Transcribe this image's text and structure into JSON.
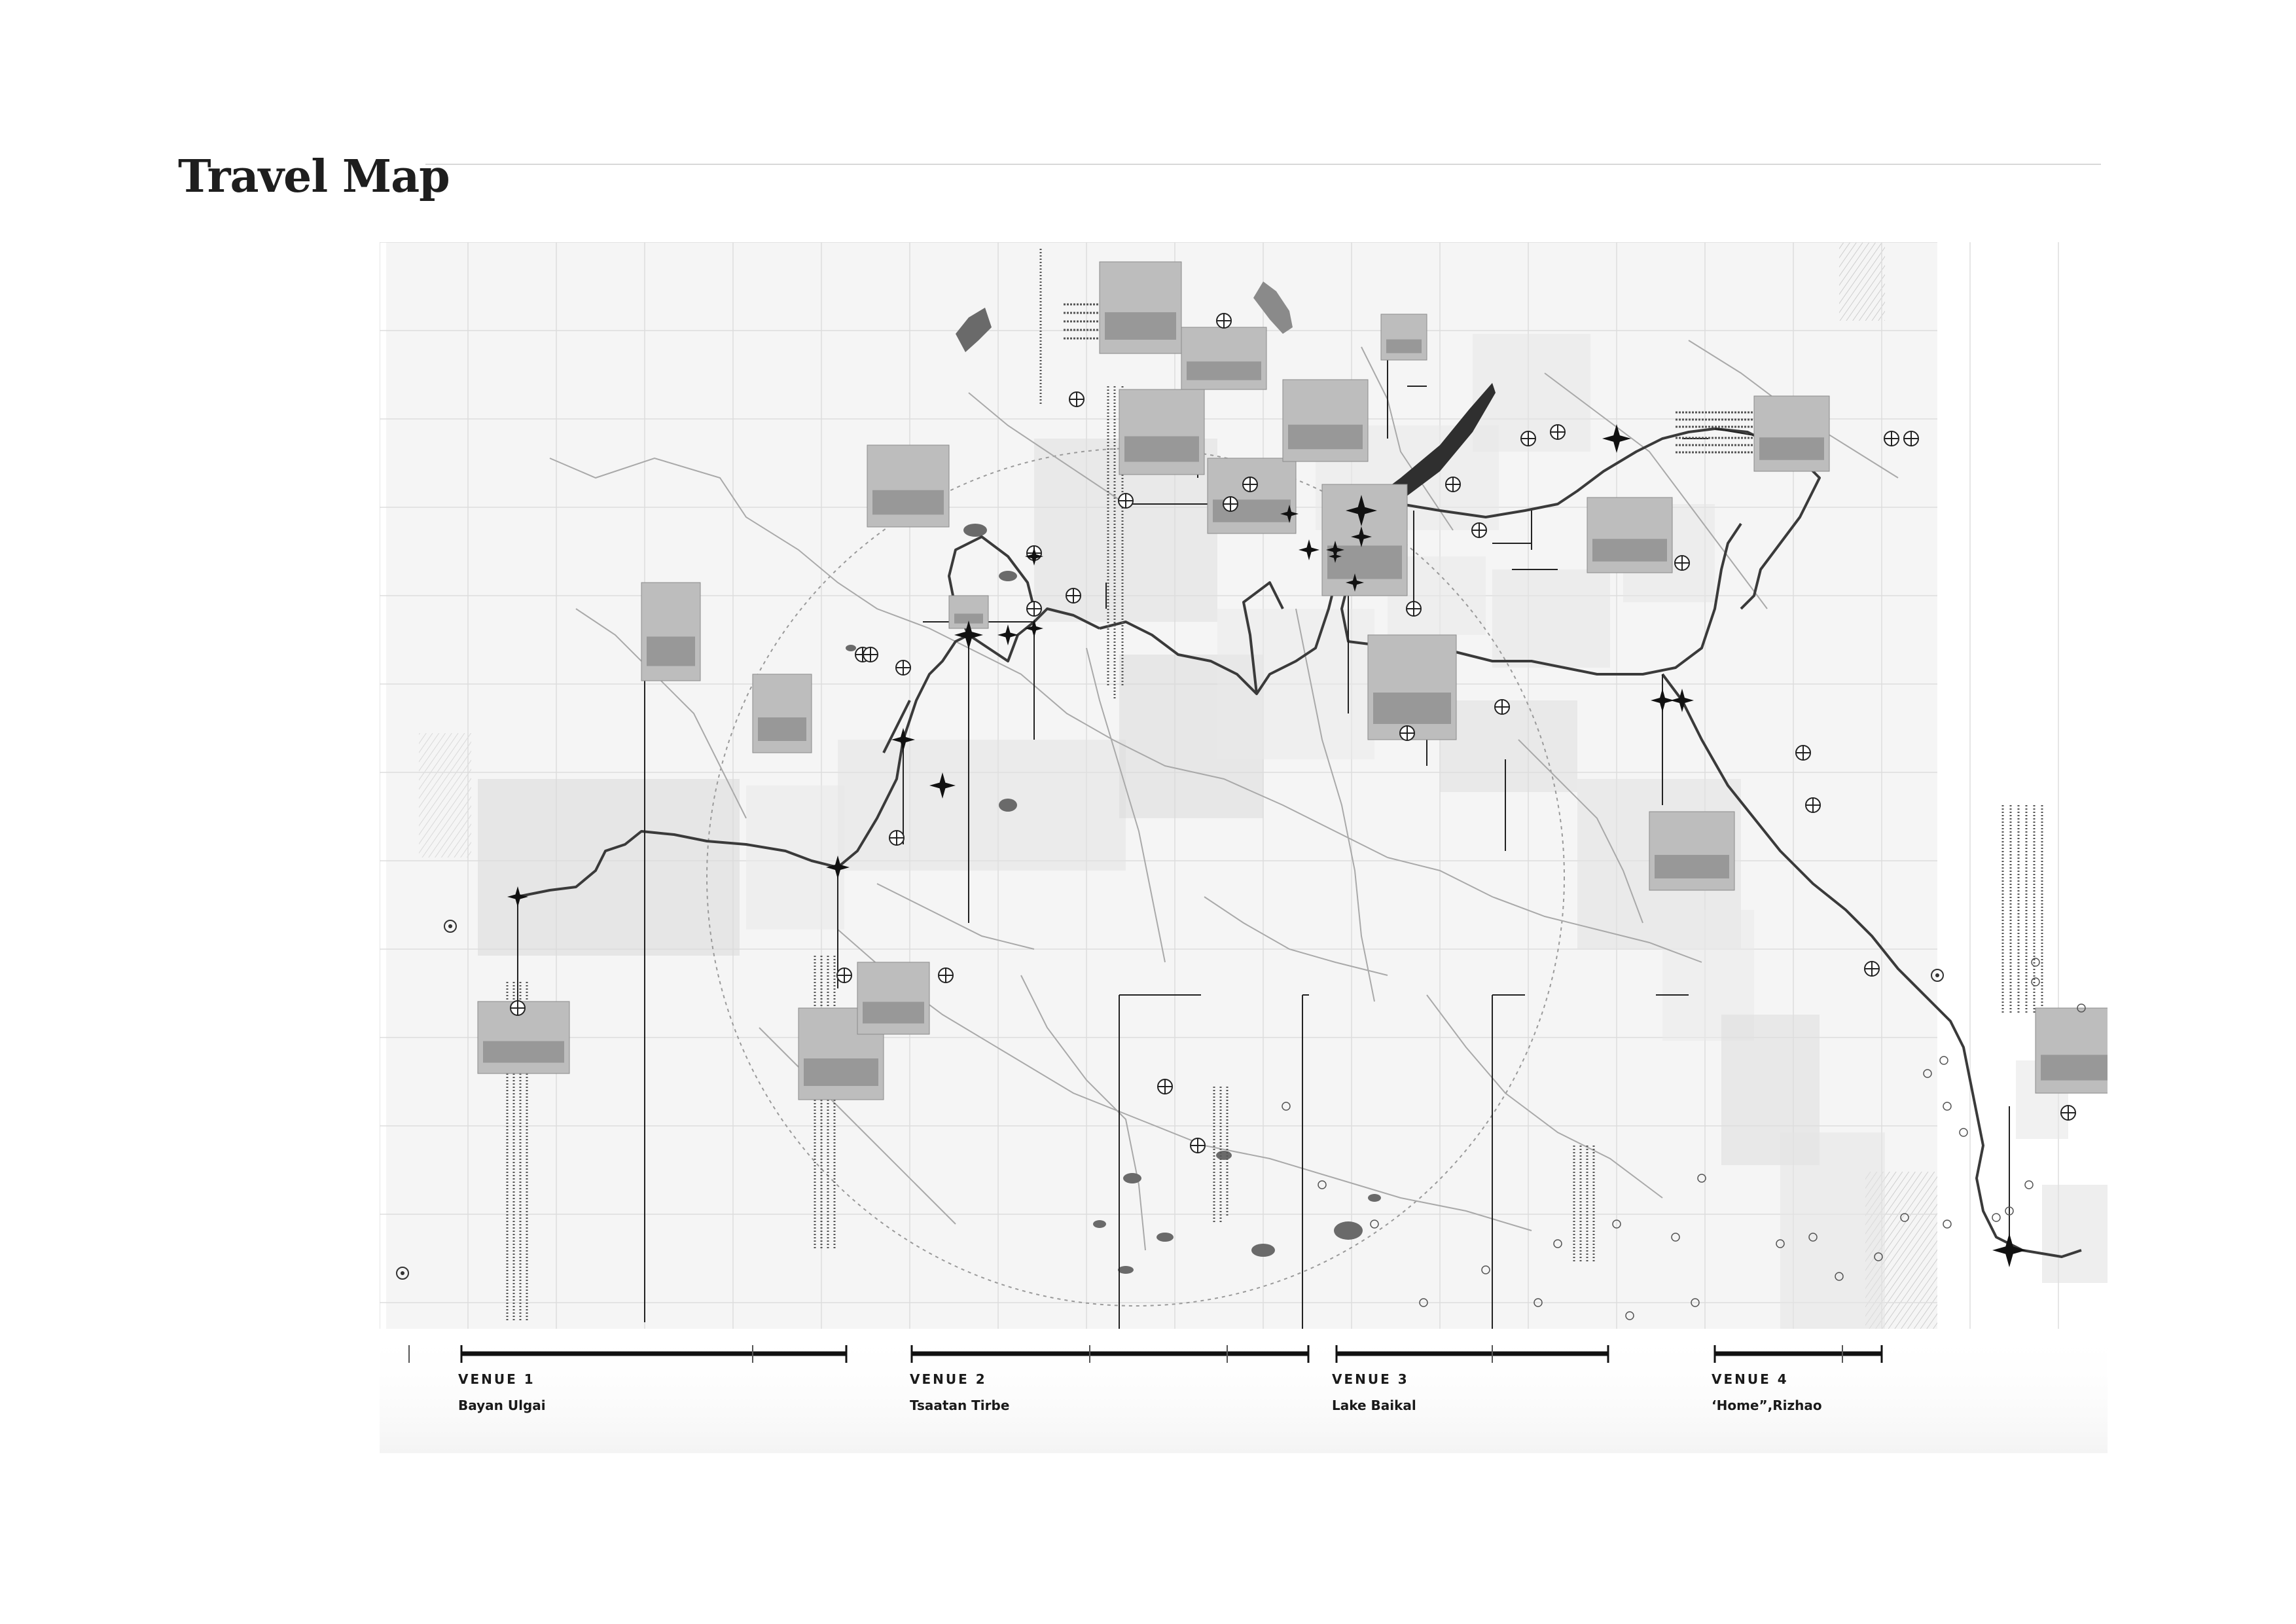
{
  "page": {
    "title": "Travel Map"
  },
  "venues": [
    {
      "label": "VENUE 1",
      "name": "Bayan Ulgai"
    },
    {
      "label": "VENUE 2",
      "name": "Tsaatan Tirbe"
    },
    {
      "label": "VENUE 3",
      "name": "Lake Baikal"
    },
    {
      "label": "VENUE 4",
      "name": "‘Home”,Rizhao"
    }
  ],
  "map": {
    "palette": {
      "route": "#3a3a3a",
      "grid": "#cfcfcf",
      "land": "#f3f3f3",
      "photo": "#b9b9b9",
      "lake": "#555555"
    },
    "icons": [
      "compass-star-icon",
      "crosshair-marker-icon",
      "circle-marker-icon"
    ]
  }
}
